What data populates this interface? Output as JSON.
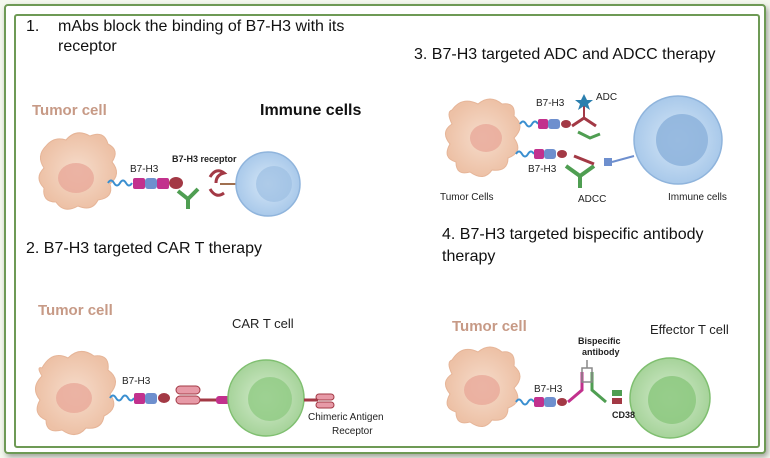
{
  "panel1": {
    "number": "1.",
    "title_line1": "mAbs block the binding of B7-H3 with its",
    "title_line2": "receptor",
    "tumor_label": "Tumor cell",
    "immune_label": "Immune cells",
    "b7h3_label": "B7-H3",
    "receptor_label": "B7-H3 receptor"
  },
  "panel2": {
    "title": "2. B7-H3 targeted CAR T therapy",
    "tumor_label": "Tumor cell",
    "cart_label": "CAR T cell",
    "b7h3_label": "B7-H3",
    "car_label_line1": "Chimeric Antigen",
    "car_label_line2": "Receptor"
  },
  "panel3": {
    "title": "3. B7-H3 targeted ADC and ADCC therapy",
    "b7h3_label_top": "B7-H3",
    "b7h3_label_bottom": "B7-H3",
    "adc_label": "ADC",
    "adcc_label": "ADCC",
    "tumor_label": "Tumor Cells",
    "immune_label": "Immune cells"
  },
  "panel4": {
    "title_line1": "4. B7-H3 targeted bispecific antibody",
    "title_line2": "therapy",
    "tumor_label": "Tumor cell",
    "effector_label": "Effector T cell",
    "bispecific_line1": "Bispecific",
    "bispecific_line2": "antibody",
    "b7h3_label": "B7-H3",
    "cd38_label": "CD38"
  },
  "colors": {
    "tumor": "#efc7ae",
    "tumor_nucleus": "#e9a994",
    "immune": "#b7d3ee",
    "immune_nucleus": "#8fb4dc",
    "cart": "#b9ddb0",
    "cart_nucleus": "#8cc87f",
    "b7h3_pink": "#c2318d",
    "b7h3_blue": "#6e8fce",
    "antibody_green": "#4f9e52",
    "receptor_red": "#a33945",
    "border": "#6e9a55"
  }
}
